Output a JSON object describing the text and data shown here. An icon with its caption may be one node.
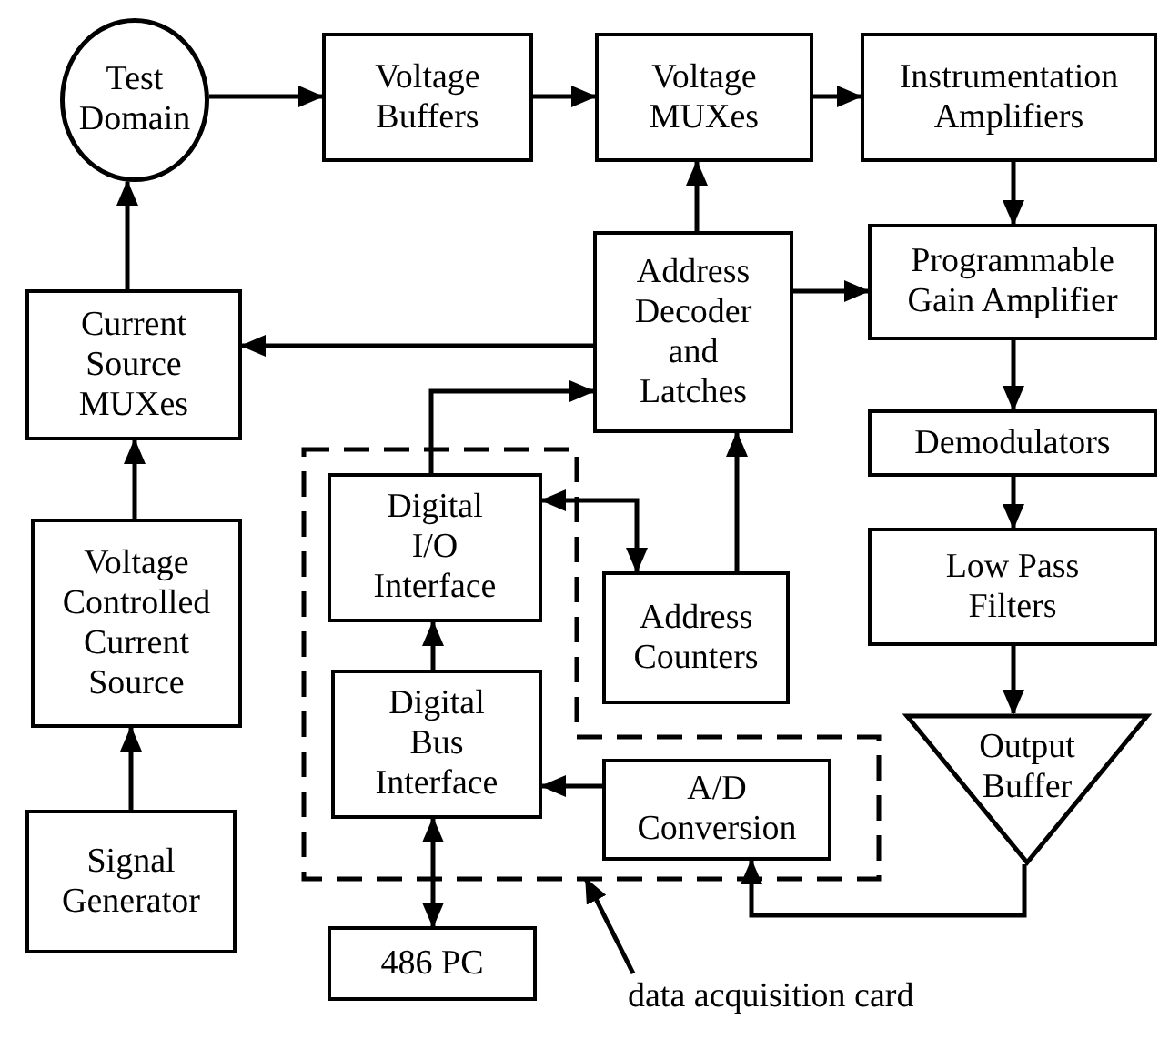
{
  "diagram": {
    "nodes": [
      {
        "text": [
          "Test Domain"
        ]
      },
      {
        "text": [
          "Voltage Buffers"
        ]
      },
      {
        "text": [
          "Voltage MUXes"
        ]
      },
      {
        "text": [
          "Instrumentation Amplifiers"
        ]
      },
      {
        "text": [
          "Current Source MUXes"
        ]
      },
      {
        "text": [
          "Address Decoder and Latches"
        ]
      },
      {
        "text": [
          "Programmable Gain Amplifier"
        ]
      },
      {
        "text": [
          "Demodulators"
        ]
      },
      {
        "text": [],
        "shape": "box"
      },
      {
        "text": [
          "Digital I/O Interface"
        ],
        "in": 8
      },
      {
        "text": [
          "Address Counters"
        ]
      },
      {
        "text": [
          "Low Pass Filters"
        ]
      },
      {
        "text": [
          "Voltage Controlled Current Source"
        ]
      },
      {
        "text": [
          "Digital Bus Interface"
        ],
        "in": 8
      },
      {
        "text": [
          "Output Buffer"
        ]
      },
      {
        "text": [
          "A/D Conversion"
        ],
        "in": 8
      },
      {
        "text": [
          "Signal Generator"
        ]
      },
      {
        "text": [
          "486 PC"
        ]
      },
      {
        "text": [
          "data acquisition card"
        ]
      }
    ],
    "edges": [
      {
        "from": 0,
        "to": 1,
        "arrow": "to"
      },
      {
        "from": 1,
        "to": 2,
        "arrow": "to"
      },
      {
        "from": 2,
        "to": 3,
        "arrow": "to"
      },
      {
        "from": 3,
        "to": 6,
        "arrow": "to"
      },
      {
        "from": 6,
        "to": 7,
        "arrow": "to"
      },
      {
        "from": 7,
        "to": 11,
        "arrow": "to"
      },
      {
        "from": 11,
        "to": 14,
        "arrow": "to"
      },
      {
        "from": 14,
        "to": 15,
        "arrow": "to"
      },
      {
        "from": 15,
        "to": 13,
        "arrow": "to"
      },
      {
        "from": 13,
        "to": 9,
        "arrow": "to"
      },
      {
        "from": 13,
        "to": 17,
        "arrow": "both"
      },
      {
        "from": 9,
        "to": 5,
        "arrow": "to"
      },
      {
        "from": 9,
        "to": 10,
        "arrow": "both"
      },
      {
        "from": 10,
        "to": 5,
        "arrow": "to"
      },
      {
        "from": 5,
        "to": 4,
        "arrow": "to"
      },
      {
        "from": 5,
        "to": 2,
        "arrow": "to"
      },
      {
        "from": 5,
        "to": 6,
        "arrow": "to"
      },
      {
        "from": 4,
        "to": 0,
        "arrow": "to"
      },
      {
        "from": 12,
        "to": 4,
        "arrow": "to"
      },
      {
        "from": 16,
        "to": 12,
        "arrow": "to"
      },
      {
        "from": 18,
        "to": 8,
        "arrow": "to"
      }
    ]
  }
}
